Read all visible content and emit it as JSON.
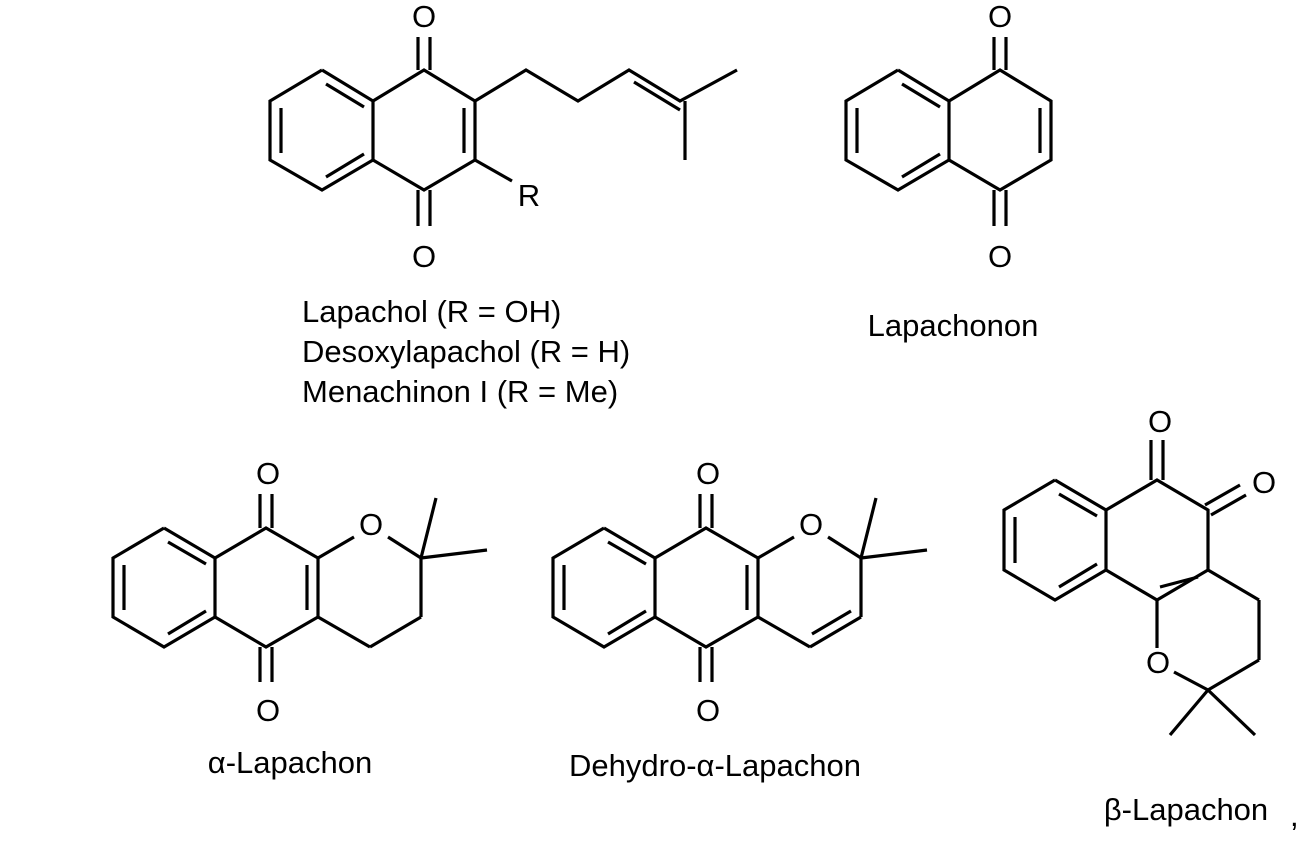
{
  "figure": {
    "compounds": [
      {
        "id": "lapachol",
        "labels": [
          "Lapachol (R = OH)",
          "Desoxylapachol (R = H)",
          "Menachinon I (R = Me)"
        ]
      },
      {
        "id": "lapachonon",
        "labels": [
          "Lapachonon"
        ]
      },
      {
        "id": "alpha-lapachon",
        "labels": [
          "α-Lapachon"
        ]
      },
      {
        "id": "dehydro-alpha-lapachon",
        "labels": [
          "Dehydro-α-Lapachon"
        ]
      },
      {
        "id": "beta-lapachon",
        "labels": [
          "β-Lapachon"
        ]
      }
    ],
    "atom_labels": {
      "oxygen": "O",
      "substituent": "R"
    },
    "trailing_mark": ","
  }
}
